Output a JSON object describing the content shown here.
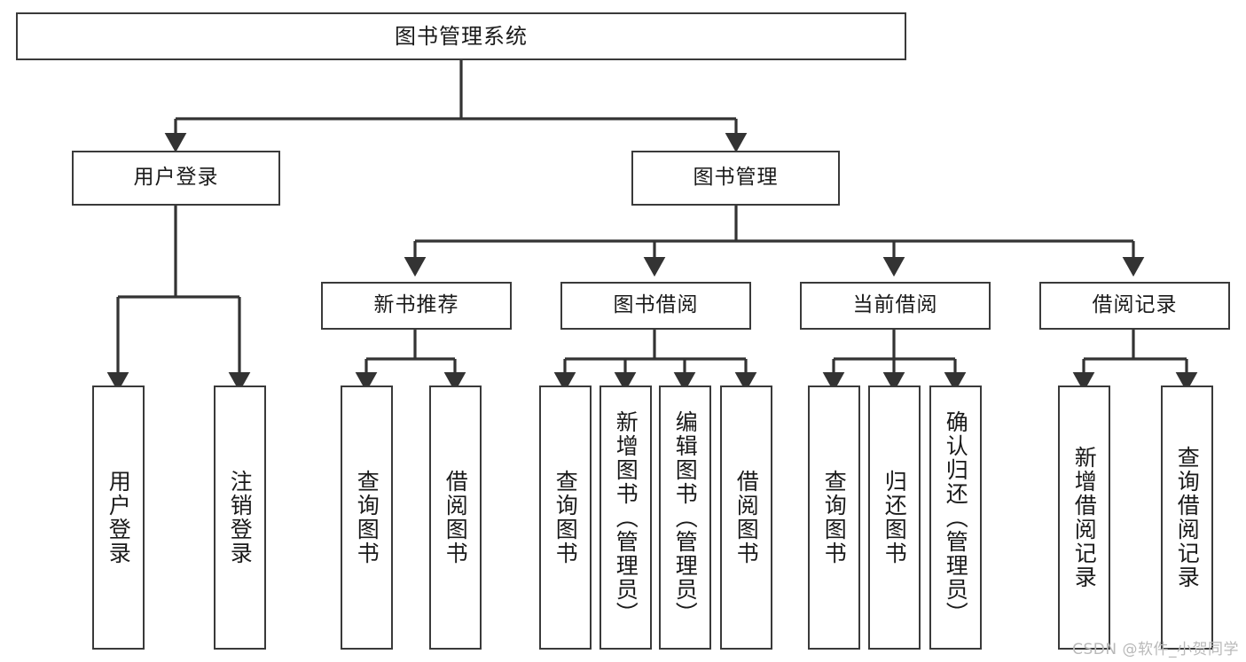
{
  "diagram": {
    "title": "图书管理系统",
    "type": "tree-hierarchy",
    "colors": {
      "box_border": "#3a3a3a",
      "box_fill": "#ffffff",
      "edge": "#333333",
      "text": "#1a1a1a",
      "watermark": "#b9b9b9",
      "background": "#ffffff"
    },
    "watermark": "CSDN @软件_小贺同学",
    "root": {
      "label": "图书管理系统"
    },
    "level2": [
      {
        "label": "用户登录"
      },
      {
        "label": "图书管理"
      }
    ],
    "level3": [
      {
        "label": "新书推荐"
      },
      {
        "label": "图书借阅"
      },
      {
        "label": "当前借阅"
      },
      {
        "label": "借阅记录"
      }
    ],
    "leaves": {
      "user_login": [
        {
          "label": "用户登录"
        },
        {
          "label": "注销登录"
        }
      ],
      "new_book_recommend": [
        {
          "label": "查询图书"
        },
        {
          "label": "借阅图书"
        }
      ],
      "book_borrow": [
        {
          "label": "查询图书"
        },
        {
          "label": "新增图书（管理员）"
        },
        {
          "label": "编辑图书（管理员）"
        },
        {
          "label": "借阅图书"
        }
      ],
      "current_borrow": [
        {
          "label": "查询图书"
        },
        {
          "label": "归还图书"
        },
        {
          "label": "确认归还（管理员）"
        }
      ],
      "borrow_record": [
        {
          "label": "新增借阅记录"
        },
        {
          "label": "查询借阅记录"
        }
      ]
    }
  }
}
